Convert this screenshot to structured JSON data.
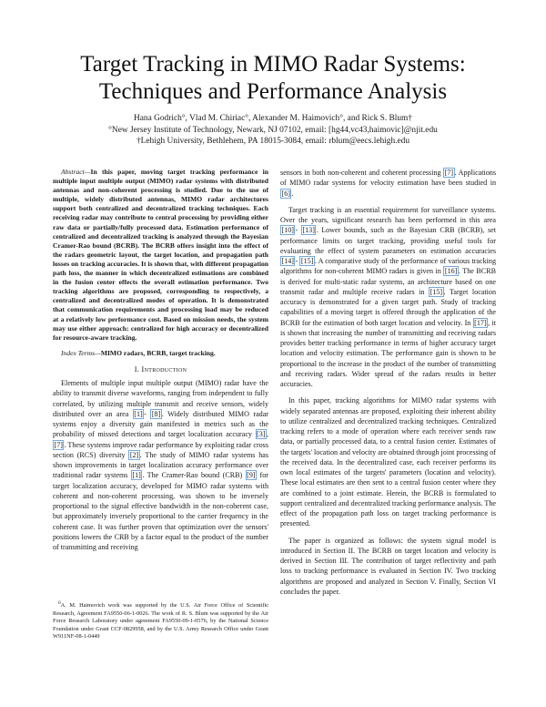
{
  "header": {
    "title_line1": "Target Tracking in MIMO Radar Systems:",
    "title_line2": "Techniques and Performance Analysis",
    "authors": "Hana Godrich°, Vlad M. Chiriac°, Alexander M. Haimovich°, and Rick S. Blum†",
    "affiliation1": "°New Jersey Institute of Technology, Newark, NJ 07102, email: [hg44,vc43,haimovic]@njit.edu",
    "affiliation2": "†Lehigh University, Bethlehem, PA 18015-3084, email: rblum@eecs.lehigh.edu"
  },
  "abstract": {
    "label": "Abstract—",
    "text": "In this paper, moving target tracking performance in multiple input multiple output (MIMO) radar systems with distributed antennas and non-coherent processing is studied. Due to the use of multiple, widely distributed antennas, MIMO radar architectures support both centralized and decentralized tracking techniques. Each receiving radar may contribute to central processing by providing either raw data or partially/fully processed data. Estimation performance of centralized and decentralized tracking is analyzed through the Bayesian Cramer-Rao bound (BCRB). The BCRB offers insight into the effect of the radars geometric layout, the target location, and propagation path losses on tracking accuracies. It is shown that, with different propagation path loss, the manner in which decentralized estimations are combined in the fusion center effects the overall estimation performance. Two tracking algorithms are proposed, corresponding to respectively, a centralized and decentralized modes of operation. It is demonstrated that communication requirements and processing load may be reduced at a relatively low performance cost. Based on mission needs, the system may use either approach: centralized for high accuracy or decentralized for resource-aware tracking.",
    "index_label": "Index Terms—",
    "index_terms": "MIMO radars, BCRB, target tracking."
  },
  "section1": {
    "number": "I. ",
    "title": "Introduction",
    "p1_a": "Elements of multiple input multiple output (MIMO) radar have the ability to transmit diverse waveforms, ranging from independent to fully correlated, by utilizing multiple transmit and receive sensors, widely distributed over an area ",
    "p1_c1": "[1]",
    "p1_b": "- ",
    "p1_c2": "[8]",
    "p1_c": ". Widely distributed MIMO radar systems enjoy a diversity gain manifested in metrics such as the probability of missed detections and target localization accuracy ",
    "p1_c3": "[3]",
    "p1_d": ", ",
    "p1_c4": "[7]",
    "p1_e": ". These systems improve radar performance by exploiting radar cross section (RCS) diversity ",
    "p1_c5": "[2]",
    "p1_f": ". The study of MIMO radar systems has shown improvements in target localization accuracy performance over traditional radar systems ",
    "p1_c6": "[1]",
    "p1_g": ". The Cramer-Rao bound (CRB) ",
    "p1_c7": "[9]",
    "p1_h": " for target localization accuracy, developed for MIMO radar systems with coherent and non-coherent processing, was shown to be inversely proportional to the signal effective bandwidth in the non-coherent case, but approximately inversely proportional to the carrier frequency in the coherent case. It was further proven that optimization over the sensors' positions lowers the CRB by a factor equal to the product of the number of transmitting and receiving",
    "r1_a": "sensors in both non-coherent and coherent processing ",
    "r1_c1": "[7]",
    "r1_b": ". Applications of MIMO radar systems for velocity estimation have been studied in ",
    "r1_c2": "[6]",
    "r1_c": ".",
    "p2_a": "Target tracking is an essential requirement for surveillance systems. Over the years, significant research has been performed in this area ",
    "p2_c1": "[10]",
    "p2_b": "- ",
    "p2_c2": "[13]",
    "p2_c": ". Lower bounds, such as the Bayesian CRB (BCRB), set performance limits on target tracking, providing useful tools for evaluating the effect of system parameters on estimation accuracies ",
    "p2_c3": "[14]",
    "p2_d": "- ",
    "p2_c4": "[15]",
    "p2_e": ". A comparative study of the performance of various tracking algorithms for non-coherent MIMO radars is given in ",
    "p2_c5": "[16]",
    "p2_f": ". The BCRB is derived for multi-static radar systems, an architecture based on one transmit radar and multiple receive radars in ",
    "p2_c6": "[15]",
    "p2_g": ". Target location accuracy is demonstrated for a given target path. Study of tracking capabilities of a moving target is offered through the application of the BCRB for the estimation of both target location and velocity. In ",
    "p2_c7": "[17]",
    "p2_h": ", it is shown that increasing the number of transmitting and receiving radars provides better tracking performance in terms of higher accuracy target location and velocity estimation. The performance gain is shown to be proportional to the increase in the product of the number of transmitting and receiving radars. Wider spread of the radars results in better accuracies.",
    "p3": "In this paper, tracking algorithms for MIMO radar systems with widely separated antennas are proposed, exploiting their inherent ability to utilize centralized and decentralized tracking techniques. Centralized tracking refers to a mode of operation where each receiver sends raw data, or partially processed data, to a central fusion center. Estimates of the targets' location and velocity are obtained through joint processing of the received data. In the decentralized case, each receiver performs its own local estimates of the targets' parameters (location and velocity). These local estimates are then sent to a central fusion center where they are combined to a joint estimate. Herein, the BCRB is formulated to support centralized and decentralized tracking performance analysis. The effect of the propagation path loss on target tracking performance is presented.",
    "p4": "The paper is organized as follows: the system signal model is introduced in Section II. The BCRB on target location and velocity is derived in Section III. The contribution of target reflectivity and path loss to tracking performance is evaluated in Section IV. Two tracking algorithms are proposed and analyzed in Section V. Finally, Section VI concludes the paper."
  },
  "footnote": {
    "mark": "0",
    "text": "A. M. Haimovich work was supported by the U.S. Air Force Office of Scientific Research, Agreement FA9550-06-1-0026. The work of R. S. Blum was supported by the Air Force Research Laboratory under agreement FA9550-09-1-0576, by the National Science Foundation under Grant CCF-0829958, and by the U.S. Army Research Office under Grant W911NF-08-1-0449"
  },
  "colors": {
    "citation_box": "#74a9dc",
    "text": "#1a1a1a"
  }
}
